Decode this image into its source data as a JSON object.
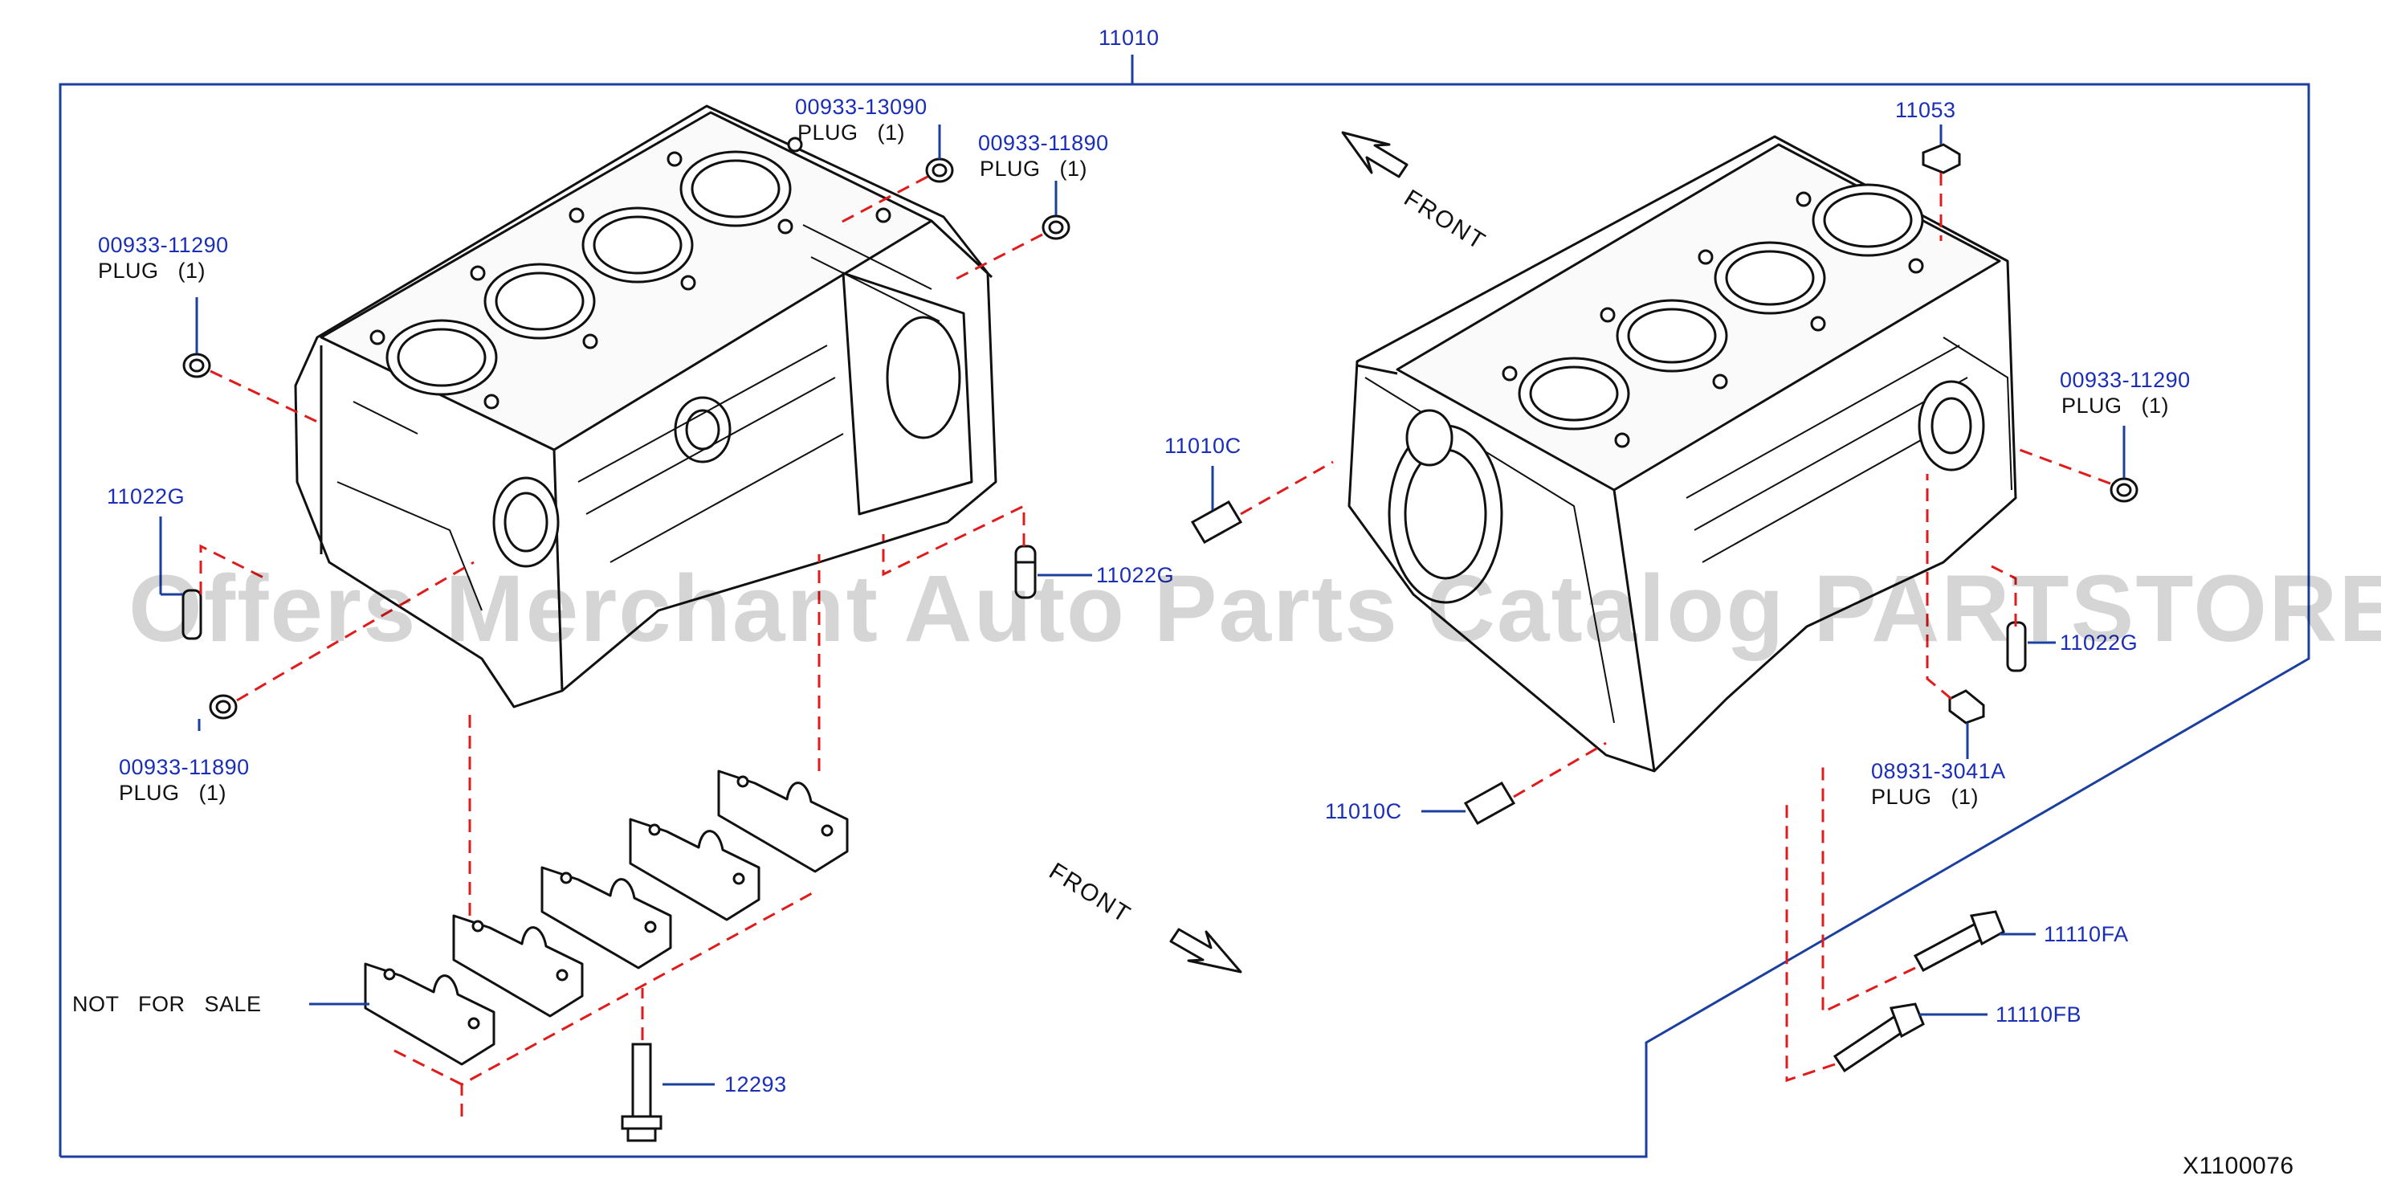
{
  "assembly": {
    "part_no": "11010"
  },
  "callouts": [
    {
      "id": "plug-top-left",
      "part_no": "00933-13090",
      "desc": "PLUG",
      "qty": "(1)"
    },
    {
      "id": "plug-top-mid",
      "part_no": "00933-11890",
      "desc": "PLUG",
      "qty": "(1)"
    },
    {
      "id": "plug-left-upper",
      "part_no": "00933-11290",
      "desc": "PLUG",
      "qty": "(1)"
    },
    {
      "id": "dowel-left",
      "part_no": "11022G"
    },
    {
      "id": "plug-left-lower",
      "part_no": "00933-11890",
      "desc": "PLUG",
      "qty": "(1)"
    },
    {
      "id": "dowel-mid",
      "part_no": "11022G"
    },
    {
      "id": "dowel-right-upper",
      "part_no": "11010C"
    },
    {
      "id": "dowel-right-lower",
      "part_no": "11010C"
    },
    {
      "id": "plug-right-top",
      "part_no": "11053"
    },
    {
      "id": "plug-right-side",
      "part_no": "00933-11290",
      "desc": "PLUG",
      "qty": "(1)"
    },
    {
      "id": "dowel-right",
      "part_no": "11022G"
    },
    {
      "id": "plug-right-bottom",
      "part_no": "08931-3041A",
      "desc": "PLUG",
      "qty": "(1)"
    },
    {
      "id": "bolt-fa",
      "part_no": "11110FA"
    },
    {
      "id": "bolt-fb",
      "part_no": "11110FB"
    },
    {
      "id": "bolt-cap",
      "part_no": "12293"
    }
  ],
  "not_for_sale": "NOT   FOR   SALE",
  "front_labels": [
    "FRONT",
    "FRONT"
  ],
  "diagram_ref": "X1100076",
  "watermark": "Offers Merchant Auto Parts Catalog PARTSTORE.SA",
  "colors": {
    "part_no": "#1a2eb8",
    "leader": "#1a3f9e",
    "dash": "#e01b1b",
    "line": "#111111"
  }
}
